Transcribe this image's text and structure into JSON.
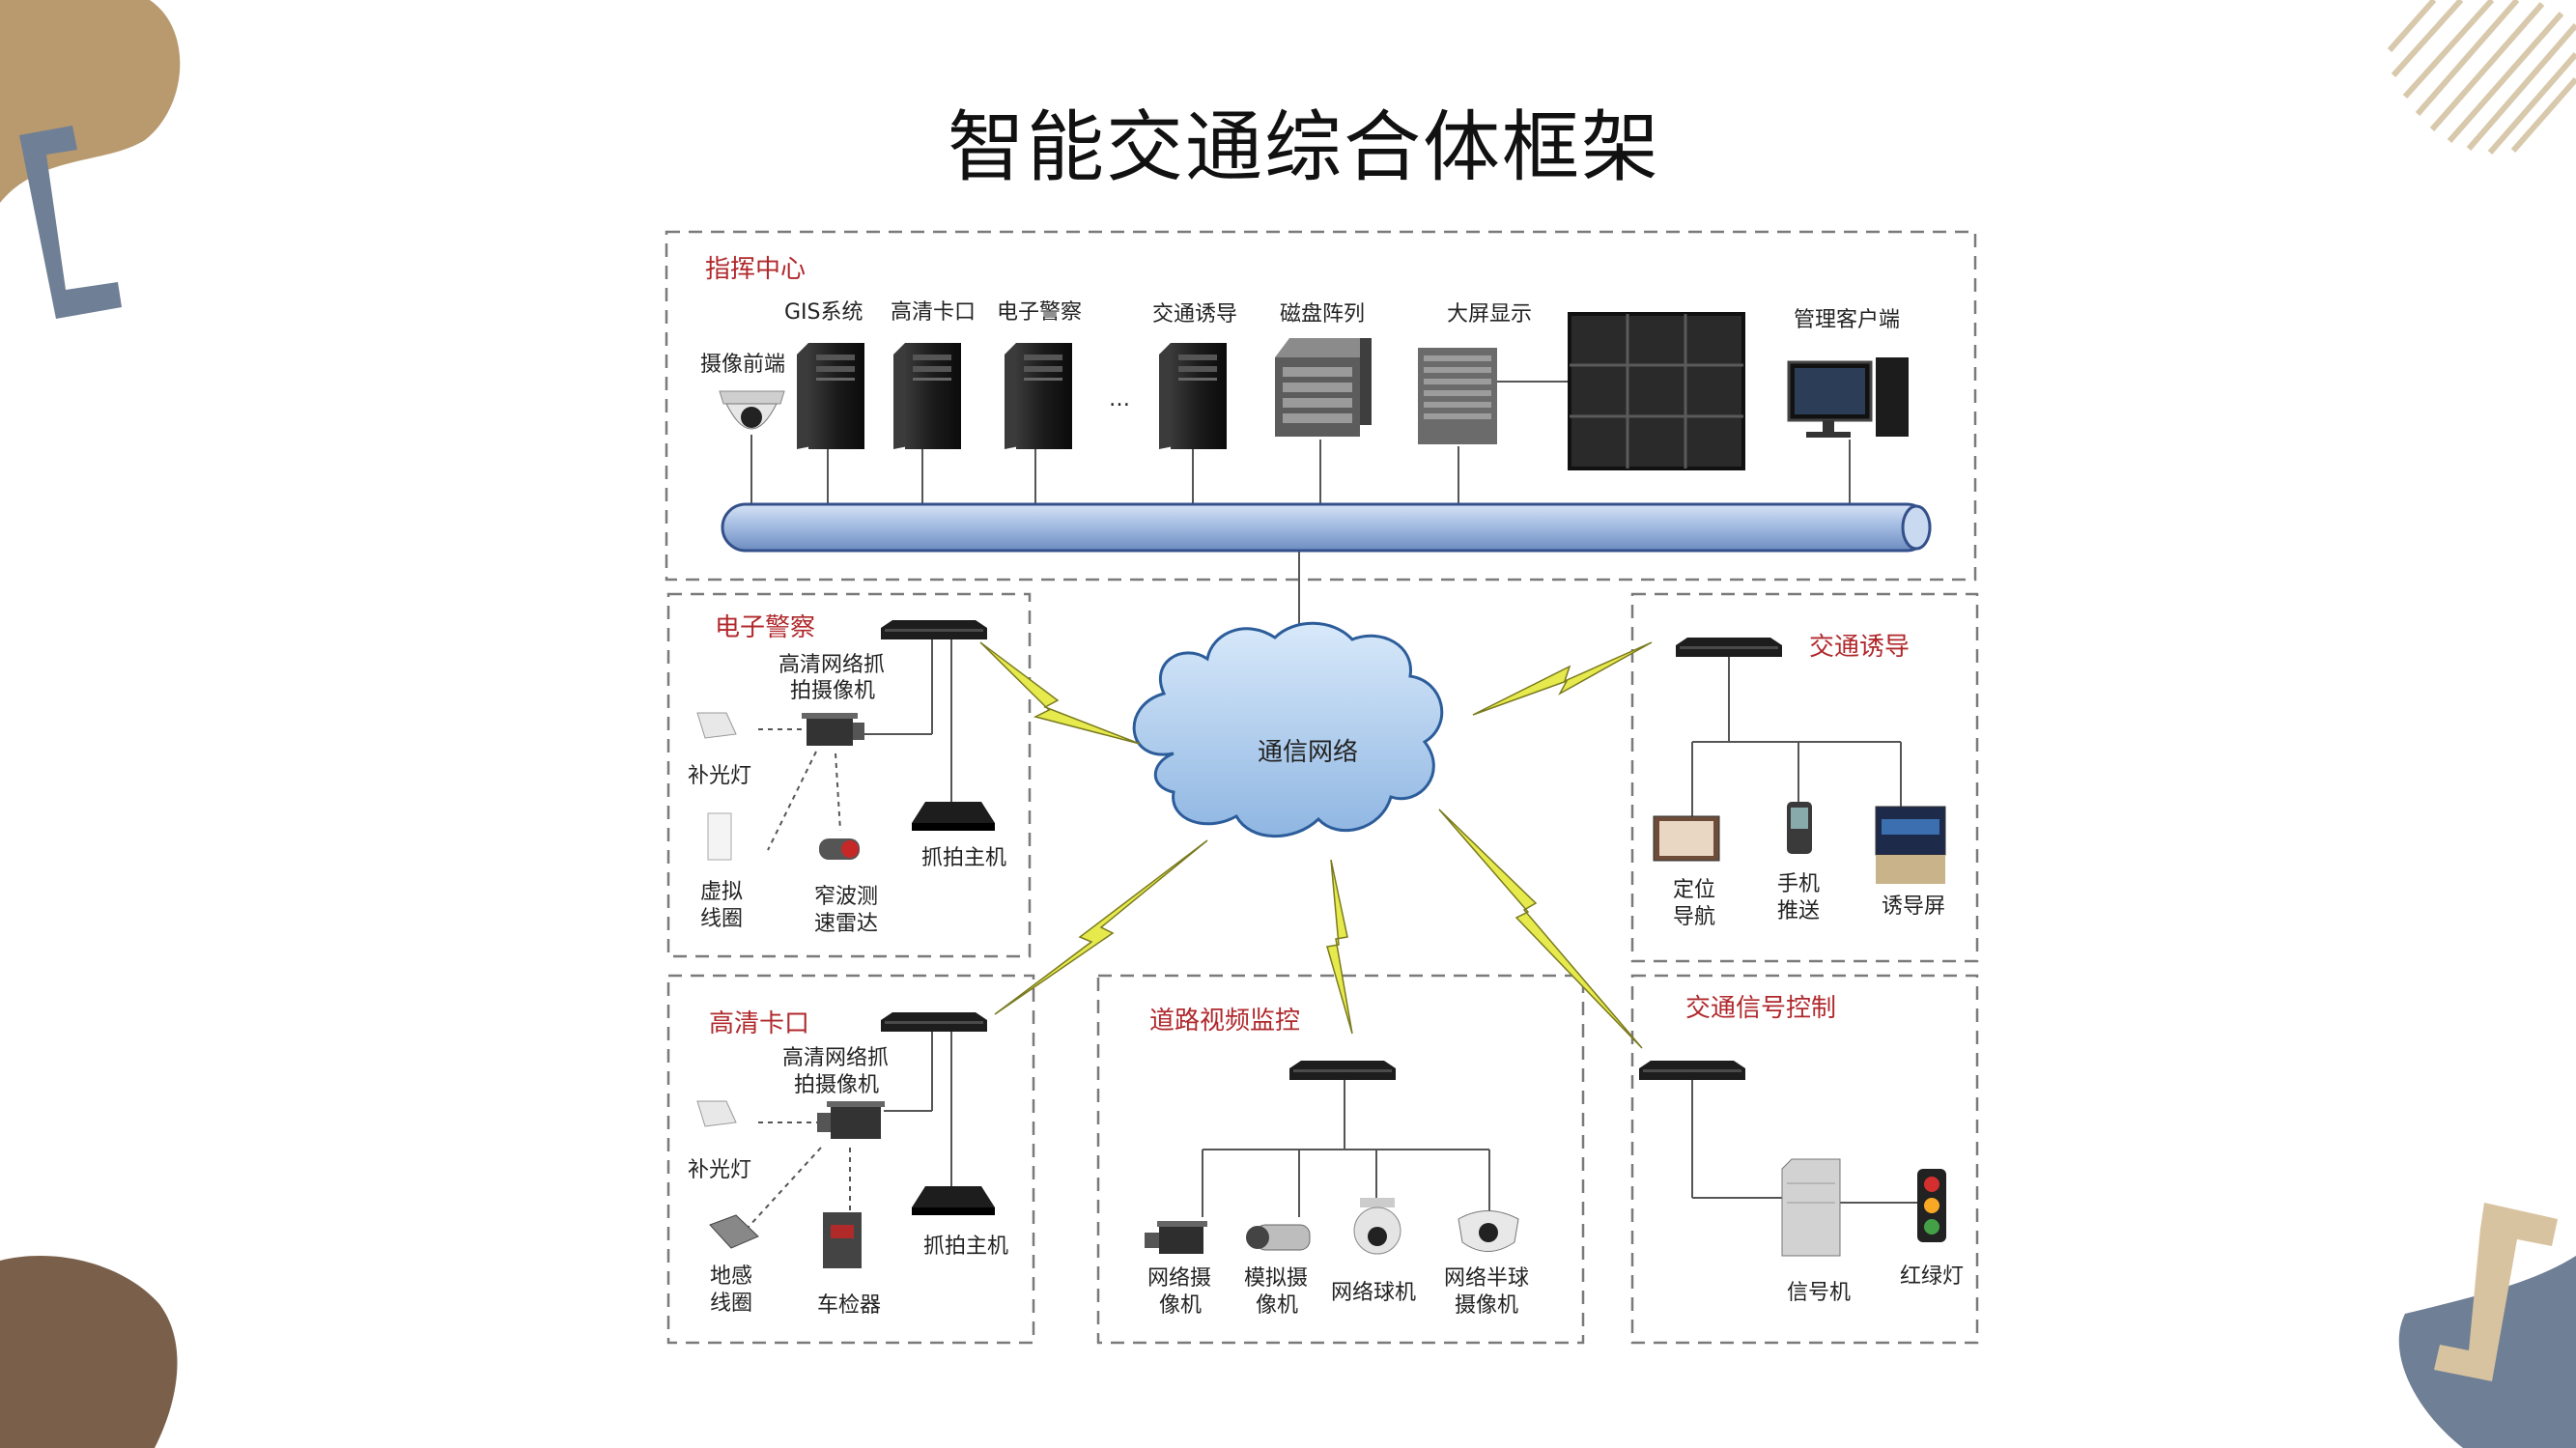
{
  "title": "智能交通综合体框架",
  "colors": {
    "accent_brown": "#b89a6e",
    "accent_dark_brown": "#7a5f4a",
    "accent_slate": "#6f7f95",
    "accent_tan": "#d8c3a0",
    "section_title_red": "#b0282c",
    "pipe_blue": "#a9c2e6",
    "cloud_blue": "#b8d4f0",
    "lightning_yellow": "#e6e84a"
  },
  "diagram": {
    "command_center": {
      "title": "指挥中心",
      "devices": [
        "摄像前端",
        "GIS系统",
        "高清卡口",
        "电子警察",
        "…",
        "交通诱导",
        "磁盘阵列",
        "大屏显示",
        "管理客户端"
      ]
    },
    "network": {
      "label": "通信网络"
    },
    "electronic_police": {
      "title": "电子警察",
      "camera_line1": "高清网络抓",
      "camera_line2": "拍摄像机",
      "fill_light": "补光灯",
      "virtual_line1": "虚拟",
      "virtual_line2": "线圈",
      "radar_line1": "窄波测",
      "radar_line2": "速雷达",
      "host": "抓拍主机"
    },
    "hd_checkpoint": {
      "title": "高清卡口",
      "camera_line1": "高清网络抓",
      "camera_line2": "拍摄像机",
      "fill_light": "补光灯",
      "loop_line1": "地感",
      "loop_line2": "线圈",
      "detector": "车检器",
      "host": "抓拍主机"
    },
    "road_video": {
      "title": "道路视频监控",
      "cams": [
        {
          "l1": "网络摄",
          "l2": "像机"
        },
        {
          "l1": "模拟摄",
          "l2": "像机"
        },
        {
          "l1": "网络球机",
          "l2": ""
        },
        {
          "l1": "网络半球",
          "l2": "摄像机"
        }
      ]
    },
    "traffic_guidance": {
      "title": "交通诱导",
      "items": [
        {
          "l1": "定位",
          "l2": "导航"
        },
        {
          "l1": "手机",
          "l2": "推送"
        },
        {
          "l1": "诱导屏",
          "l2": ""
        }
      ]
    },
    "signal_control": {
      "title": "交通信号控制",
      "controller": "信号机",
      "light": "红绿灯"
    }
  }
}
